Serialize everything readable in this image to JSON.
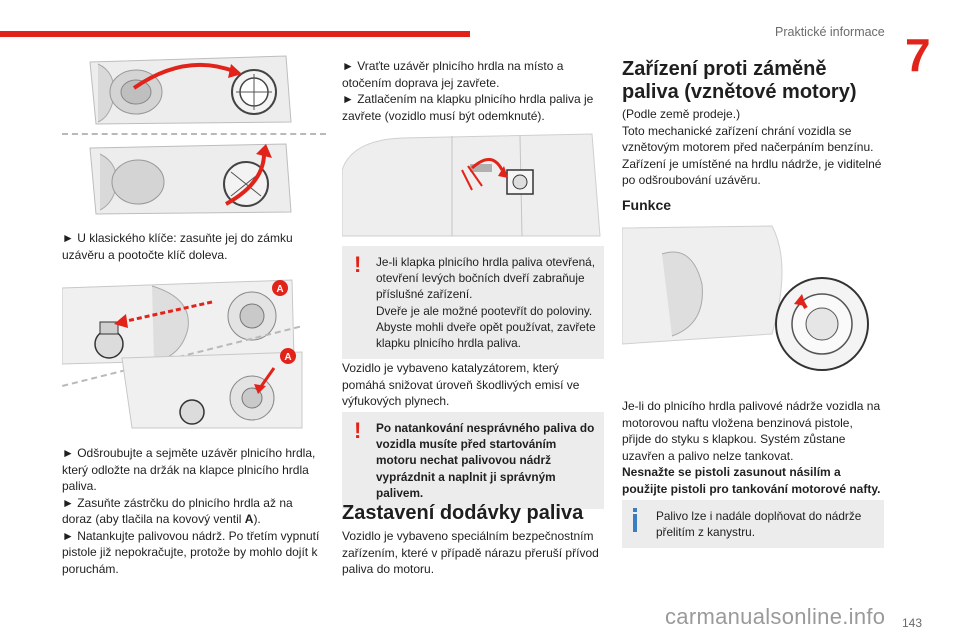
{
  "header": {
    "section_title": "Praktické informace",
    "chapter_number": "7",
    "accent_color": "#e2231a"
  },
  "left_column": {
    "step1": "► U klasického klíče: zasuňte jej do zámku uzávěru a pootočte klíč doleva.",
    "label_a1": "A",
    "label_a2": "A",
    "step2": "► Odšroubujte a sejměte uzávěr plnicího hrdla, který odložte na držák na klapce plnicího hrdla paliva.",
    "step3a": "► Zasuňte zástrčku do plnicího hrdla až na doraz (aby tlačila na kovový ventil ",
    "step3b": "A",
    "step3c": ").",
    "step4": "► Natankujte palivovou nádrž. Po třetím vypnutí pistole již nepokračujte, protože by mohlo dojít k poruchám."
  },
  "middle_column": {
    "step5": "► Vraťte uzávěr plnicího hrdla na místo a otočením doprava jej zavřete.",
    "step6": "► Zatlačením na klapku plnicího hrdla paliva je zavřete (vozidlo musí být odemknuté).",
    "warning1_p1": "Je-li klapka plnicího hrdla paliva otevřená, otevření levých bočních dveří zabraňuje příslušné zařízení.",
    "warning1_p2": "Dveře je ale možné pootevřít do poloviny. Abyste mohli dveře opět používat, zavřete klapku plnicího hrdla paliva.",
    "catalyst_text": "Vozidlo je vybaveno katalyzátorem, který pomáhá snižovat úroveň škodlivých emisí ve výfukových plynech.",
    "warning2": "Po natankování nesprávného paliva do vozidla musíte před startováním motoru nechat palivovou nádrž vyprázdnit a naplnit ji správným palivem.",
    "heading_fuel_cut": "Zastavení dodávky paliva",
    "fuel_cut_text": "Vozidlo je vybaveno speciálním bezpečnostním zařízením, které v případě nárazu přeruší přívod paliva do motoru."
  },
  "right_column": {
    "heading_misfuel": "Zařízení proti záměně paliva (vznětové motory)",
    "misfuel_p1": "(Podle země prodeje.)",
    "misfuel_p2": "Toto mechanické zařízení chrání vozidla se vznětovým motorem před načerpáním benzínu. Zařízení je umístěné na hrdlu nádrže, je viditelné po odšroubování uzávěru.",
    "heading_function": "Funkce",
    "function_p1": "Je-li do plnicího hrdla palivové nádrže vozidla na motorovou naftu vložena benzinová pistole, přijde do styku s klapkou. Systém zůstane uzavřen a palivo nelze tankovat.",
    "function_bold": "Nesnažte se pistoli zasunout násilím a použijte pistoli pro tankování motorové nafty.",
    "info_text": "Palivo lze i nadále doplňovat do nádrže přelitím z kanystru."
  },
  "footer": {
    "watermark": "carmanualsonline.info",
    "page_number": "143"
  }
}
